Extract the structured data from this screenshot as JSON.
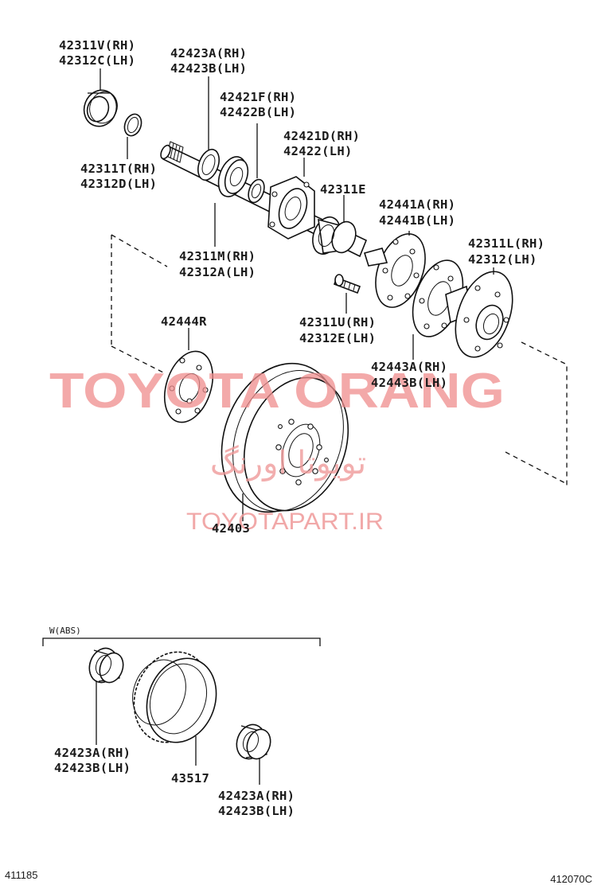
{
  "labels": {
    "p42311v": "42311V(RH)",
    "p42312c": "42312C(LH)",
    "p42423a_top": "42423A(RH)",
    "p42423b_top": "42423B(LH)",
    "p42421f": "42421F(RH)",
    "p42422b": "42422B(LH)",
    "p42421d": "42421D(RH)",
    "p42422": "42422(LH)",
    "p42311t": "42311T(RH)",
    "p42312d": "42312D(LH)",
    "p42311e": "42311E",
    "p42441a": "42441A(RH)",
    "p42441b": "42441B(LH)",
    "p42311l": "42311L(RH)",
    "p42312": "42312(LH)",
    "p42311m": "42311M(RH)",
    "p42312a": "42312A(LH)",
    "p42444r": "42444R",
    "p42311u": "42311U(RH)",
    "p42312e": "42312E(LH)",
    "p42443a": "42443A(RH)",
    "p42443b": "42443B(LH)",
    "p42403": "42403",
    "abs_title": "W(ABS)",
    "abs_42423a_left": "42423A(RH)",
    "abs_42423b_left": "42423B(LH)",
    "abs_43517": "43517",
    "abs_42423a_right": "42423A(RH)",
    "abs_42423b_right": "42423B(LH)"
  },
  "watermark": {
    "brand": "TOYOTA ORANG",
    "persian": "تویوتا اورنگ",
    "url": "TOYOTAPART.IR"
  },
  "footer": {
    "left_code": "411185",
    "right_code": "412070C"
  },
  "colors": {
    "line": "#111111",
    "watermark": "#ef8d8d"
  }
}
